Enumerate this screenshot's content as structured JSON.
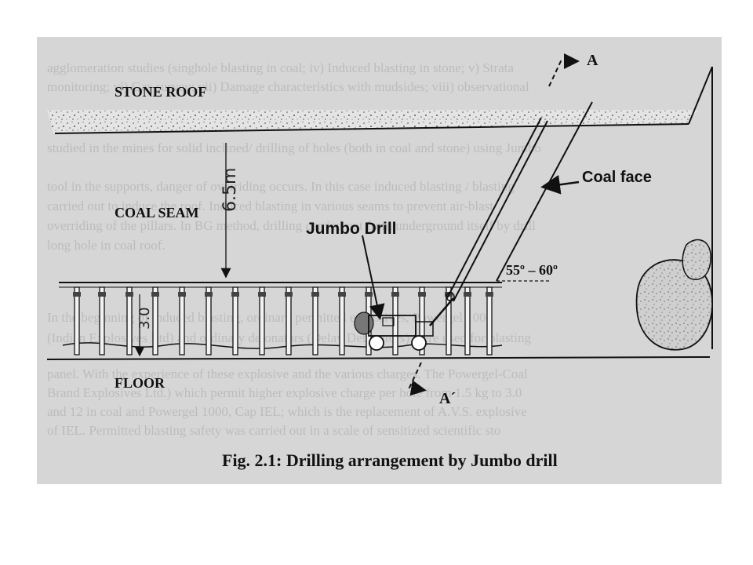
{
  "labels": {
    "stone_roof": "STONE ROOF",
    "coal_seam": "COAL SEAM",
    "floor": "FLOOR",
    "jumbo_drill": "Jumbo Drill",
    "coal_face": "Coal face",
    "angle": "55º – 60º",
    "section_a": "A",
    "section_a_prime": "A´",
    "height_seam": "6.5m",
    "height_gallery": "3.0"
  },
  "caption": "Fig. 2.1: Drilling arrangement by Jumbo drill",
  "background_text": [
    "agglomeration studies (singhole blasting in coal; iv) Induced blasting in stone; v) Strata",
    "monitoring; vi) Gas survey; vii) Damage characteristics with mudsides; viii) observational",
    "studied in the mines for solid inclined/ drilling of holes (both in coal and stone) using Jumbo",
    "tool in the supports, danger of overriding occurs. In this case induced blasting / blasting",
    "carried out to induce the roof. Induced blasting in various seams to prevent air-blast",
    "overriding of the pillars. In BG method, drilling carried out from underground itself by drill",
    "long hole in coal roof.",
    "In the beginning of induced blasting, ordinary permitted explosives, Powergel 1000",
    "(Indian Explosives Ltd) and ordinary detonators (Delay Detonators) were used for blasting",
    "panel. With the experience of these explosive and the various charges. The Powergel-Coal",
    "Brand Explosives Ltd.) which permit higher explosive charge per hole from 1.5 kg to 3.0",
    "and 12 in coal and Powergel 1000, Cap IEL; which is the replacement of A.V.S. explosive",
    "of IEL. Permitted blasting safety was carried out in a scale of sensitized scientific sto"
  ]
}
